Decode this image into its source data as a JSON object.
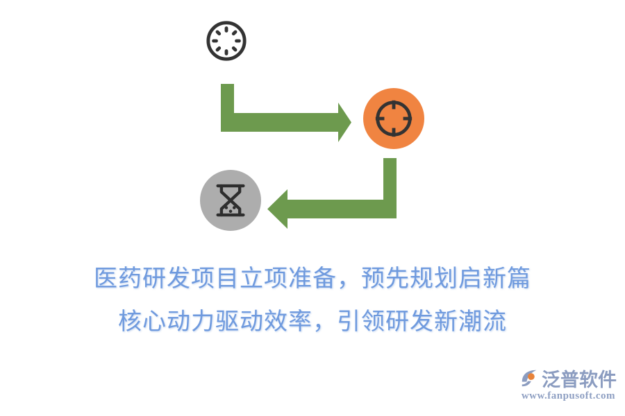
{
  "diagram": {
    "type": "cycle-flow",
    "nodes": [
      {
        "id": "start",
        "icon": "spinner-icon",
        "color": "#4cc architecture",
        "label": ""
      },
      {
        "id": "target",
        "icon": "target-icon",
        "color": "#f08441",
        "label": ""
      },
      {
        "id": "wait",
        "icon": "hourglass-icon",
        "color": "#adadad",
        "label": ""
      }
    ],
    "connectors": [
      {
        "id": "start-to-target",
        "from": "start",
        "to": "target",
        "color": "#6d9a4e",
        "direction": "right"
      },
      {
        "id": "target-to-wait",
        "from": "target",
        "to": "wait",
        "color": "#6d9a4e",
        "direction": "left"
      }
    ]
  },
  "caption": {
    "line1": "医药研发项目立项准备，预先规划启新篇",
    "line2": "核心动力驱动效率，引领研发新潮流",
    "color": "#6f9ade"
  },
  "watermark": {
    "brand": "泛普软件",
    "url": "www.fanpusoft.com",
    "logo_icon": "fanpu-logo-icon",
    "brand_color": "#8b9cc0",
    "accent_color": "#e8833a"
  }
}
